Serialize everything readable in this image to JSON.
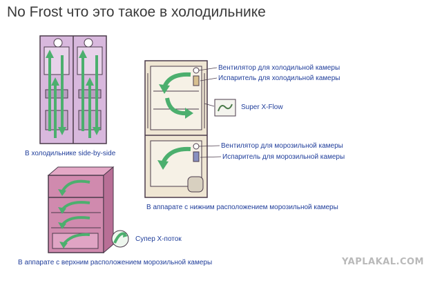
{
  "title": "No Frost что это такое в холодильнике",
  "labels": {
    "side_by_side": "В холодильнике side-by-side",
    "top_freezer": "В аппарате с верхним расположением морозильной камеры",
    "bottom_freezer": "В аппарате с нижним расположением морозильной камеры",
    "fan_fridge": "Вентилятор для холодильной камеры",
    "evap_fridge": "Испаритель для холодильной камеры",
    "super_xflow": "Super X-Flow",
    "fan_freezer": "Вентилятор для морозильной камеры",
    "evap_freezer": "Испаритель для морозильной камеры",
    "super_xpotok": "Супер X-поток"
  },
  "watermark": "YAPLAKAL.COM",
  "colors": {
    "label_text": "#1f3d9a",
    "airflow_arrow": "#4caf6e",
    "fridge_body": "#efe6d3",
    "fridge_inner": "#e9d8ea",
    "side_by_side_fill": "#d8b8dd",
    "top_freezer_fill": "#d08aae"
  }
}
